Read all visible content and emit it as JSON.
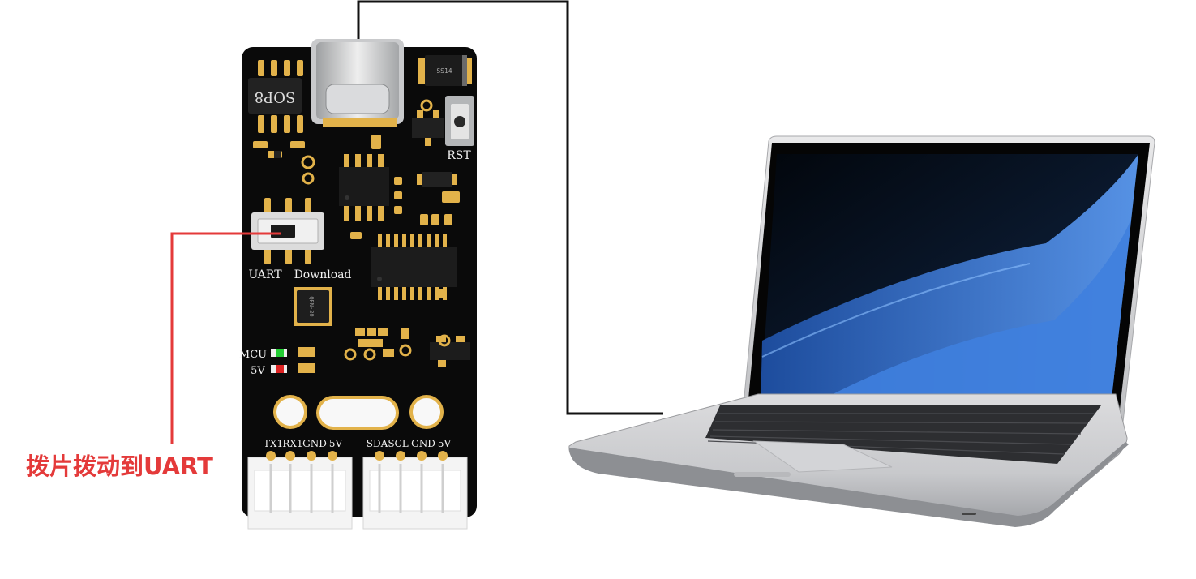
{
  "annotation": {
    "text": "拨片拨动到UART",
    "color": "#e43a3a"
  },
  "board": {
    "chip_label": "SOP8",
    "button_label": "RST",
    "switch_left_label": "UART",
    "switch_right_label": "Download",
    "qfn_label": "QFN-20",
    "led1_label": "MCU",
    "led2_label": "5V",
    "led1_color": "#22cc33",
    "led2_color": "#dd2222",
    "diode_label": "SS14",
    "pins_left": [
      "TX1",
      "RX1",
      "GND",
      "5V"
    ],
    "pins_right": [
      "SDA",
      "SCL",
      "GND",
      "5V"
    ],
    "board_color": "#0a0a0a",
    "gold_color": "#e2b24a"
  },
  "laptop": {
    "screen_accent": "#3a78d8"
  }
}
